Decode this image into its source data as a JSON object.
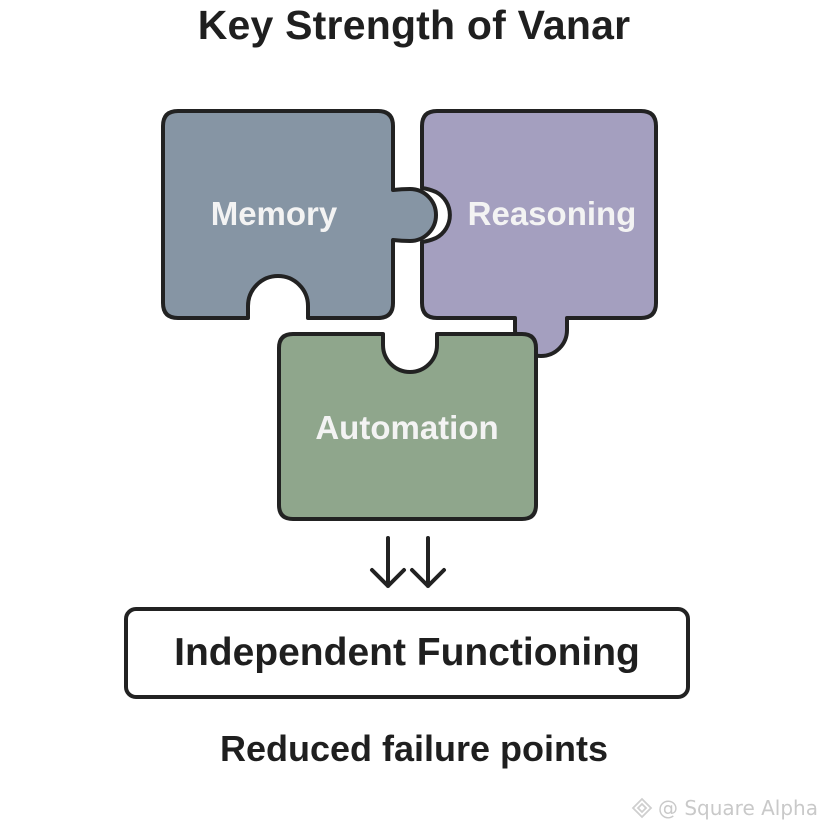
{
  "title": "Key Strength of Vanar",
  "pieces": [
    {
      "label": "Memory",
      "color": "#8695a4"
    },
    {
      "label": "Reasoning",
      "color": "#a49fbf"
    },
    {
      "label": "Automation",
      "color": "#8fa68c"
    }
  ],
  "arrows": {
    "icon": "double-down-arrow-icon"
  },
  "result": {
    "label": "Independent Functioning"
  },
  "benefit": {
    "label": "Reduced failure points"
  },
  "watermark": {
    "text": "@ Square Alpha",
    "icon": "binance-logo-icon"
  },
  "colors": {
    "outline": "#222222",
    "text_dark": "#1f1f1f",
    "label_light": "#f3f3f3"
  }
}
